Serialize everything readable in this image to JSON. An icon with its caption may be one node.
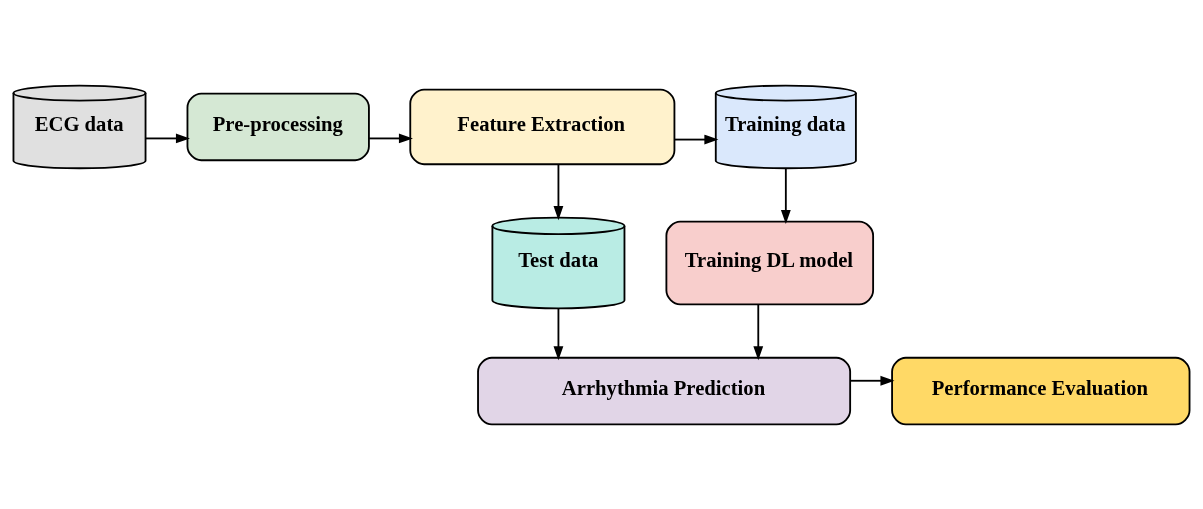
{
  "diagram": {
    "nodes": [
      {
        "text": [
          "ECG data"
        ]
      },
      {
        "text": [
          "Pre-processing"
        ]
      },
      {
        "text": [
          "Feature Extraction"
        ]
      },
      {
        "text": [
          "Training data"
        ]
      },
      {
        "text": [
          "Test data"
        ]
      },
      {
        "text": [
          "Training DL model"
        ]
      },
      {
        "text": [
          "Arrhythmia Prediction"
        ]
      },
      {
        "text": [
          "Performance Evaluation"
        ]
      }
    ],
    "edges": [
      {
        "from": 0,
        "to": 1,
        "arrow": "to"
      },
      {
        "from": 1,
        "to": 2,
        "arrow": "to"
      },
      {
        "from": 2,
        "to": 3,
        "arrow": "to"
      },
      {
        "from": 2,
        "to": 4,
        "arrow": "to"
      },
      {
        "from": 3,
        "to": 5,
        "arrow": "to"
      },
      {
        "from": 4,
        "to": 6,
        "arrow": "to"
      },
      {
        "from": 5,
        "to": 6,
        "arrow": "to"
      },
      {
        "from": 6,
        "to": 7,
        "arrow": "to"
      }
    ]
  }
}
